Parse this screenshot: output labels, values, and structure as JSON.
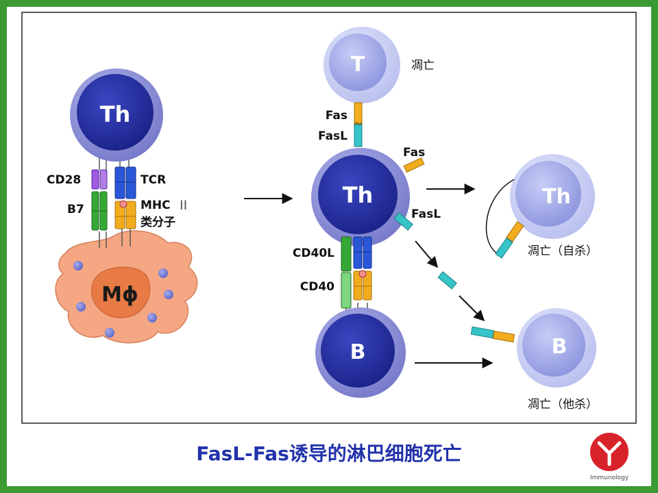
{
  "left_panel": {
    "th_cell": "Th",
    "cd28": "CD28",
    "tcr": "TCR",
    "b7": "B7",
    "mhc": "MHC",
    "mhc_class": "II",
    "mhc_sub": "类分子",
    "macrophage": "Mϕ"
  },
  "right_panel": {
    "t_cell": "T",
    "t_cell_status": "凋亡",
    "fas_top": "Fas",
    "fasl_top": "FasL",
    "fas_right": "Fas",
    "fasl_right": "FasL",
    "th_center": "Th",
    "cd40l": "CD40L",
    "cd40": "CD40",
    "b_cell": "B",
    "th_apoptosis": "Th",
    "th_apoptosis_status": "凋亡（自杀）",
    "b_apoptosis": "B",
    "b_apoptosis_status": "凋亡（他杀）"
  },
  "title": "FasL-Fas诱导的淋巴细胞死亡",
  "logo_text": "Immunology",
  "colors": {
    "frame": "#3c9a34",
    "title": "#2233aa",
    "cell_dark": "#232f9c",
    "cell_ring": "#8e91d8",
    "cell_light": "#9da6e8",
    "macrophage": "#f5a784",
    "nucleus": "#e77a45",
    "fas": "#f2ad1f",
    "fasl": "#37c4c9",
    "cd28": "#9e5be0",
    "tcr": "#2a57d8",
    "green": "#35a835",
    "logo": "#d8222a"
  }
}
